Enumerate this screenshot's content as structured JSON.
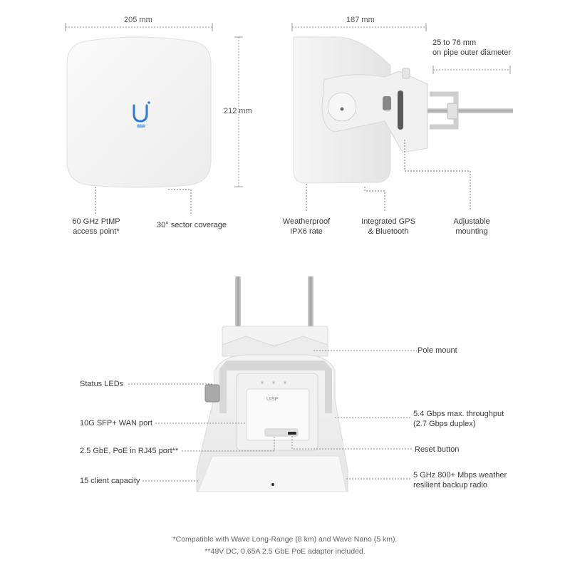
{
  "top_left": {
    "width_dim": "205 mm",
    "height_dim": "212 mm",
    "label_ptmp_1": "60 GHz PtMP",
    "label_ptmp_2": "access point*",
    "label_sector": "30° sector coverage",
    "logo_text": "Wave"
  },
  "top_right": {
    "width_dim": "187 mm",
    "pipe_1": "25 to 76 mm",
    "pipe_2": "on pipe outer diameter",
    "weatherproof_1": "Weatherproof",
    "weatherproof_2": "IPX6 rate",
    "gps_1": "Integrated GPS",
    "gps_2": "& Bluetooth",
    "mount_1": "Adjustable",
    "mount_2": "mounting"
  },
  "bottom": {
    "status_leds": "Status LEDs",
    "sfp_port": "10G SFP+ WAN port",
    "rj45_port": "2.5 GbE, PoE in RJ45 port**",
    "client_capacity": "15 client capacity",
    "pole_mount": "Pole mount",
    "throughput_1": "5.4 Gbps max. throughput",
    "throughput_2": "(2.7 Gbps duplex)",
    "reset": "Reset button",
    "backup_1": "5 GHz 800+ Mbps weather",
    "backup_2": "resilient backup radio",
    "device_logo": "UISP"
  },
  "footnotes": {
    "note1": "*Compatible with Wave Long-Range (8 km) and Wave Nano (5 km).",
    "note2": "**48V DC, 0.65A 2.5 GbE PoE adapter included."
  }
}
